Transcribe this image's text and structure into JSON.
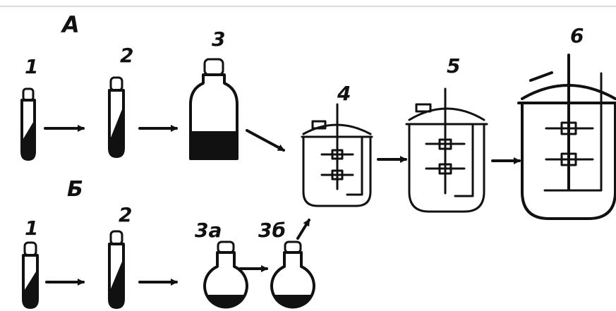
{
  "labels": {
    "row_a": "А",
    "row_b": "Б",
    "a1": "1",
    "a2": "2",
    "a3": "3",
    "a4": "4",
    "a5": "5",
    "a6": "6",
    "b1": "1",
    "b2": "2",
    "b3a": "3а",
    "b3b": "3б"
  },
  "colors": {
    "ink": "#111111",
    "background": "#ffffff",
    "rule": "#d9d9d9"
  }
}
